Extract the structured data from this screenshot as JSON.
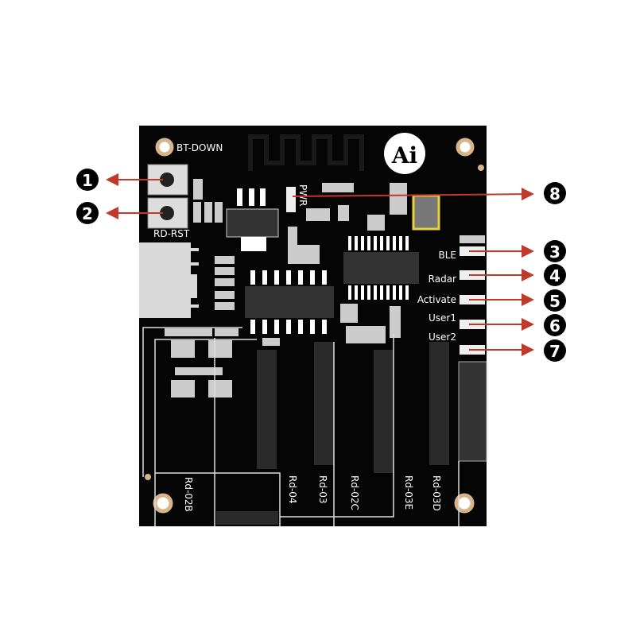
{
  "board": {
    "logo": "Ai",
    "labels": {
      "bt_down": "BT-DOWN",
      "rd_rst": "RD-RST",
      "pwr": "PWR",
      "ble": "BLE",
      "radar": "Radar",
      "activate": "Activate",
      "user1": "User1",
      "user2": "User2"
    },
    "sockets": [
      "Rd-02B",
      "Rd-04",
      "Rd-03",
      "Rd-02C",
      "Rd-03E",
      "Rd-03D"
    ]
  },
  "callouts": [
    "1",
    "2",
    "3",
    "4",
    "5",
    "6",
    "7",
    "8"
  ],
  "colors": {
    "board": "#050505",
    "arrow": "#c0392b",
    "pad": "#d9d9d9",
    "hole": "#d8b48a"
  }
}
